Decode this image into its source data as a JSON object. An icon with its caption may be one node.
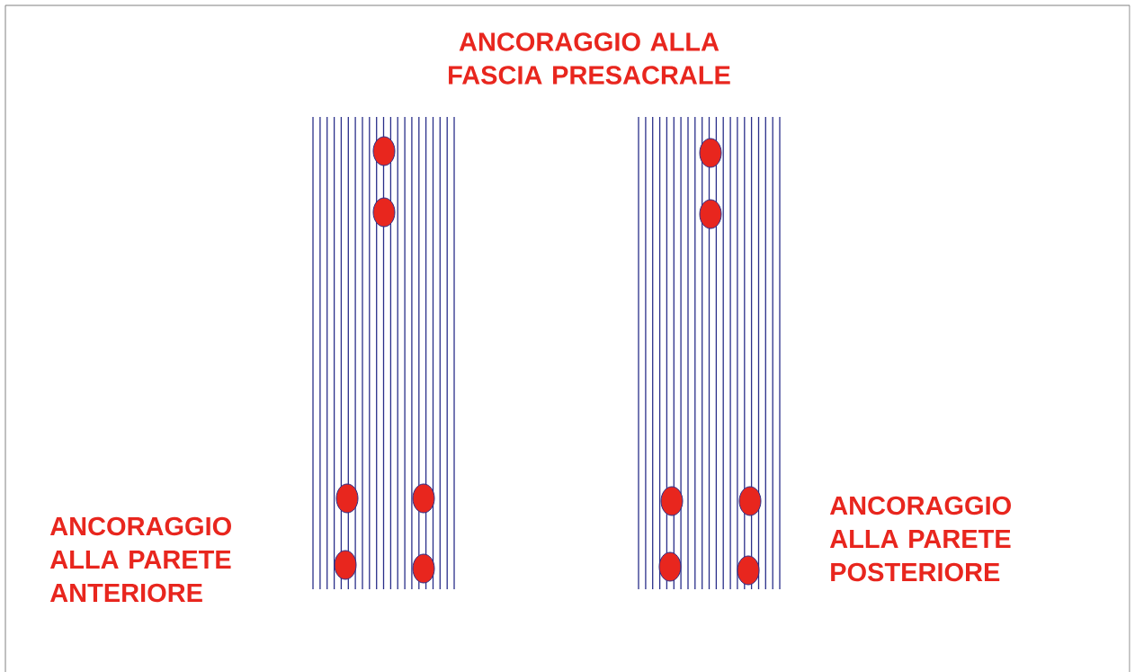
{
  "diagram": {
    "labels": [
      "ANCORAGGIO ALLA FASCIA PRESACRALE",
      "ANCORAGGIO ALLA PARETE ANTERIORE",
      "ANCORAGGIO ALLA PARETE POSTERIORE"
    ]
  }
}
